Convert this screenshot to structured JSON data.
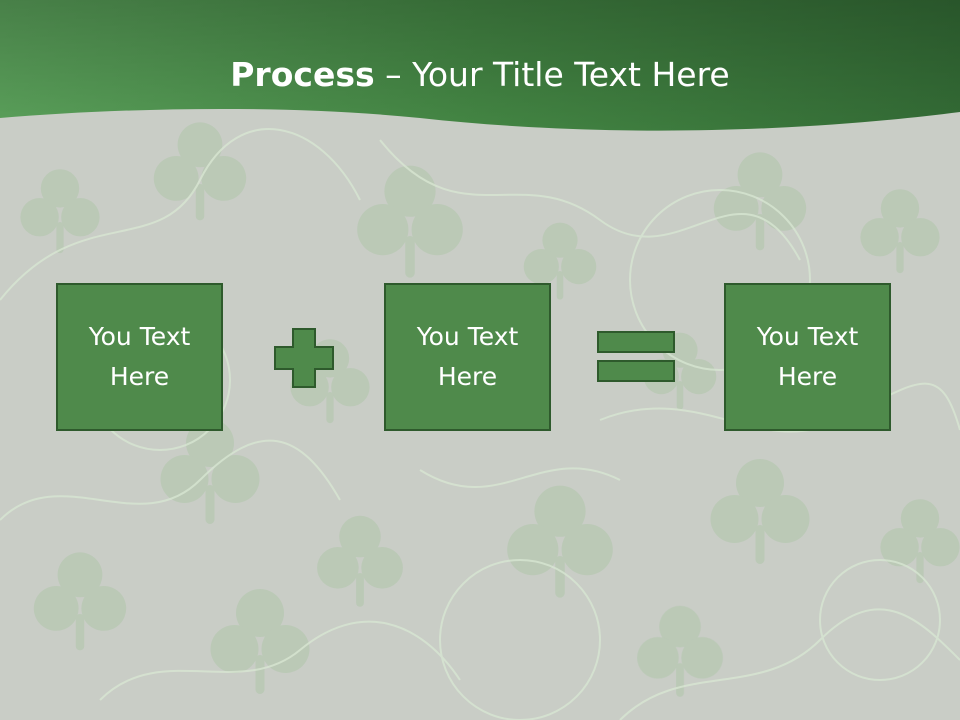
{
  "slide": {
    "title_bold": "Process",
    "title_rest": " – Your Title Text Here"
  },
  "boxes": [
    {
      "text": "You Text Here"
    },
    {
      "text": "You Text Here"
    },
    {
      "text": "You Text Here"
    }
  ],
  "operators": {
    "plus": "plus-icon",
    "equals": "equals-icon"
  },
  "colors": {
    "header_dark": "#2f6a33",
    "header_light": "#5aa05a",
    "box_fill": "#4f8a4b",
    "box_border": "#2e5a2c",
    "background": "#c9cdc6"
  }
}
